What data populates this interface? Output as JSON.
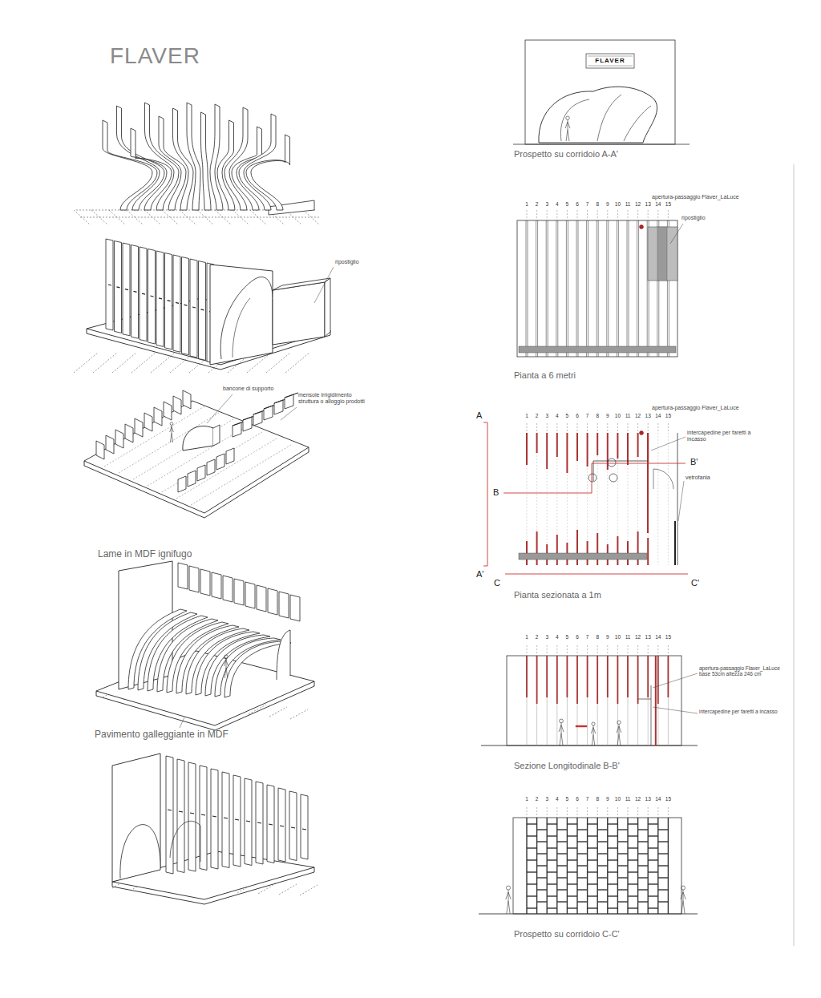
{
  "diagram": {
    "title": "FLAVER",
    "labels": [
      "ripostiglio",
      "bancone di supporto",
      "mensole irrigidimento struttura o alloggio prodotti",
      "Lame in MDF ignifugo",
      "Pavimento galleggiante in MDF",
      "FLAVER",
      "Prospetto su corridoio A-A'",
      "1",
      "2",
      "3",
      "4",
      "5",
      "6",
      "7",
      "8",
      "9",
      "10",
      "11",
      "12",
      "13",
      "14",
      "15",
      "apertura-passaggio Flaver_LaLuce",
      "ripostiglio",
      "Pianta a 6 metri",
      "1",
      "2",
      "3",
      "4",
      "5",
      "6",
      "7",
      "8",
      "9",
      "10",
      "11",
      "12",
      "13",
      "14",
      "15",
      "apertura-passaggio Flaver_LaLuce",
      "A",
      "intercapedine per faretti a incasso",
      "B'",
      "B",
      "vetrofania",
      "A'",
      "C",
      "C'",
      "Pianta sezionata a 1m",
      "1",
      "2",
      "3",
      "4",
      "5",
      "6",
      "7",
      "8",
      "9",
      "10",
      "11",
      "12",
      "13",
      "14",
      "15",
      "apertura-passaggio Flaver_LaLuce base 53cm altezza 246 cm",
      "intercapedine per faretti a incasso",
      "Sezione Longitodinale B-B'",
      "1",
      "2",
      "3",
      "4",
      "5",
      "6",
      "7",
      "8",
      "9",
      "10",
      "11",
      "12",
      "13",
      "14",
      "15",
      "Prospetto su corridoio C-C'"
    ]
  }
}
